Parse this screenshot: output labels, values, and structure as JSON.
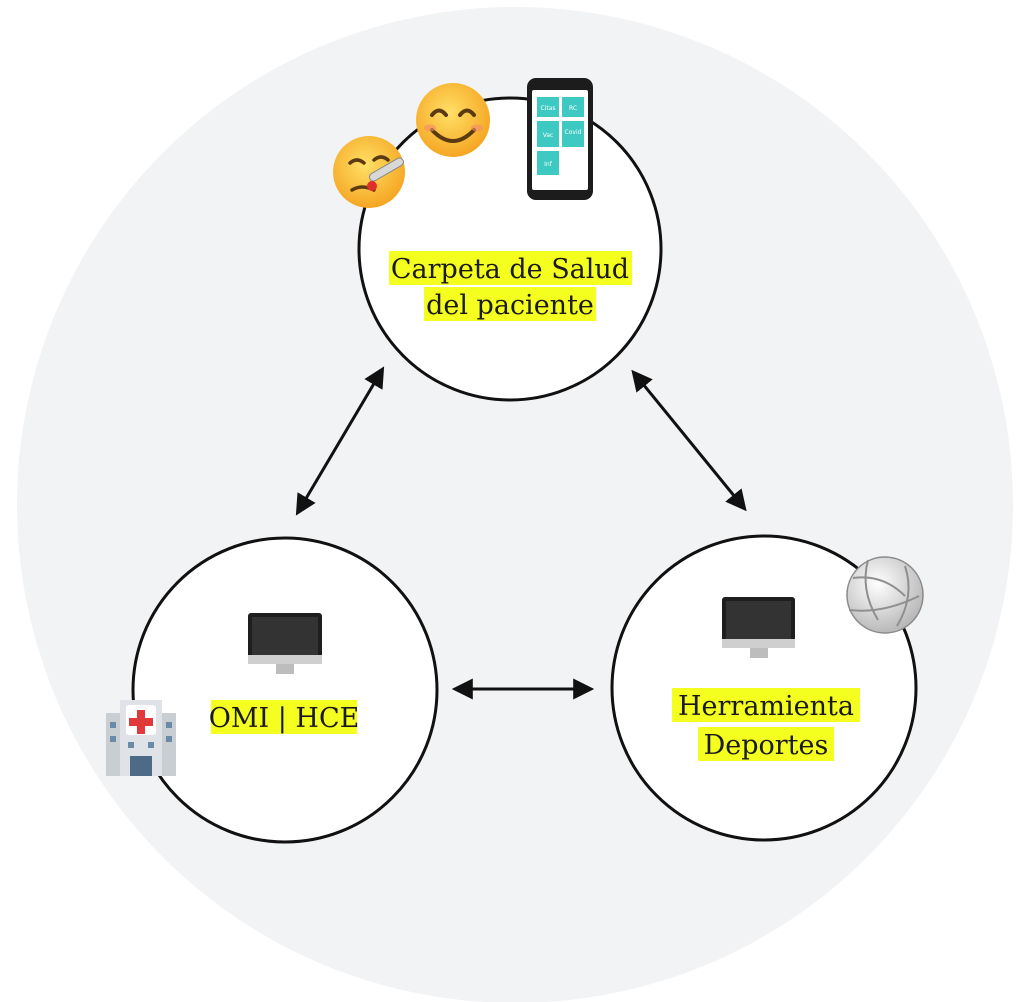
{
  "colors": {
    "background_disc": "#f2f3f5",
    "node_fill": "#ffffff",
    "node_stroke": "#111111",
    "highlight": "#f4ff1f",
    "arrow": "#111111",
    "phone_tile": "#3ec9c2"
  },
  "nodes": {
    "top": {
      "line1": "Carpeta de Salud",
      "line2": "del paciente",
      "icons": [
        "face-with-thermometer-icon",
        "smiling-face-icon",
        "smartphone-icon"
      ]
    },
    "left": {
      "line1": "OMI | HCE",
      "icons": [
        "desktop-computer-icon",
        "hospital-icon"
      ]
    },
    "right": {
      "line1": "Herramienta",
      "line2": "Deportes",
      "icons": [
        "desktop-computer-icon",
        "volleyball-icon"
      ]
    }
  },
  "phone_tiles": [
    "Citas",
    "RC",
    "Vac",
    "Covid",
    "Inf"
  ],
  "connections": [
    {
      "from": "top",
      "to": "left",
      "type": "bidirectional"
    },
    {
      "from": "top",
      "to": "right",
      "type": "bidirectional"
    },
    {
      "from": "left",
      "to": "right",
      "type": "bidirectional"
    }
  ]
}
